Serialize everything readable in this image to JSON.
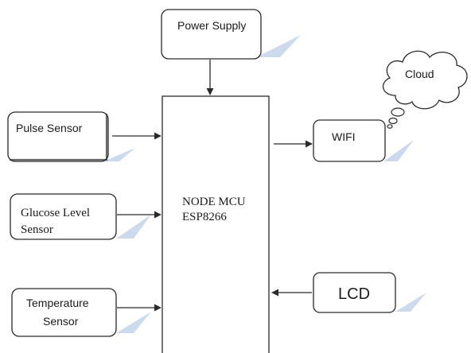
{
  "blocks": {
    "power_supply": "Power Supply",
    "pulse_sensor": "Pulse Sensor",
    "glucose_line1": "Glucose Level",
    "glucose_line2": "Sensor",
    "temperature_line1": "Temperature",
    "temperature_line2": "Sensor",
    "mcu_line1": "NODE MCU",
    "mcu_line2": "ESP8266",
    "wifi": "WIFI",
    "lcd": "LCD",
    "cloud": "Cloud"
  },
  "colors": {
    "stroke": "#2a2a2a",
    "shadow": "#bfd0ea",
    "text": "#1a1a1a",
    "fill": "#ffffff"
  },
  "icons": [
    "cloud-icon"
  ]
}
